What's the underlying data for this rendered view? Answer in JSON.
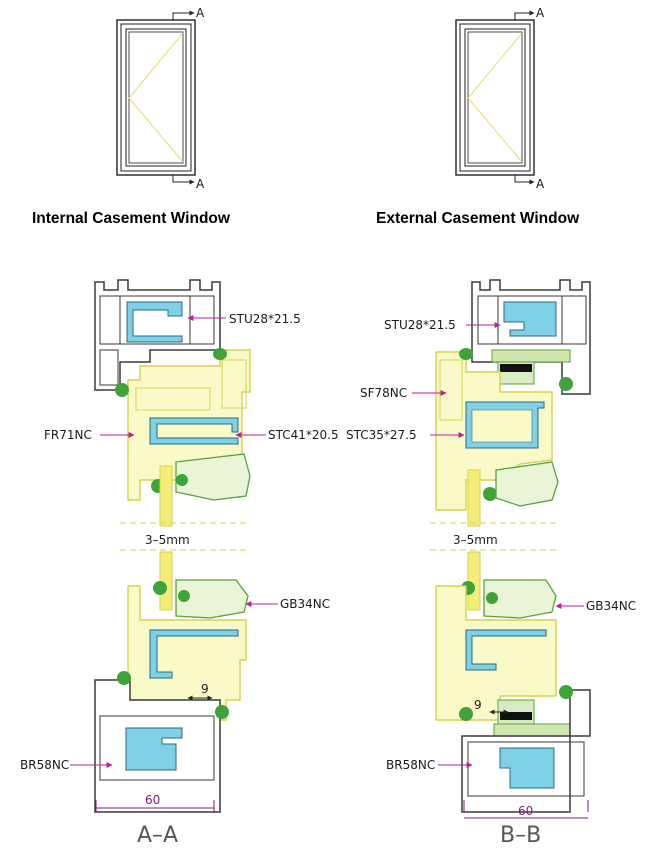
{
  "headings": {
    "internal": "Internal Casement Window",
    "external": "External Casement Window"
  },
  "elevation_markers": {
    "left_top": "A",
    "left_bottom": "A",
    "right_top": "A",
    "right_bottom": "A"
  },
  "section_left": {
    "title": "A–A",
    "callouts": {
      "stu": "STU28*21.5",
      "fr": "FR71NC",
      "stc": "STC41*20.5",
      "gb": "GB34NC",
      "br": "BR58NC"
    },
    "gap": "3–5mm",
    "dim_small": "9",
    "dim_width": "60"
  },
  "section_right": {
    "title": "B–B",
    "callouts": {
      "stu": "STU28*21.5",
      "sf": "SF78NC",
      "stc": "STC35*27.5",
      "gb": "GB34NC",
      "br": "BR58NC"
    },
    "gap": "3–5mm",
    "dim_small": "9",
    "dim_width": "60"
  },
  "colors": {
    "profile_outline": "#3a3a3a",
    "sash_yellow": "#e6e060",
    "steel_cyan": "#7fd2e6",
    "gasket_green": "#3fa33a",
    "bead_green": "#8bc34a",
    "callout_magenta": "#c01aa0"
  }
}
